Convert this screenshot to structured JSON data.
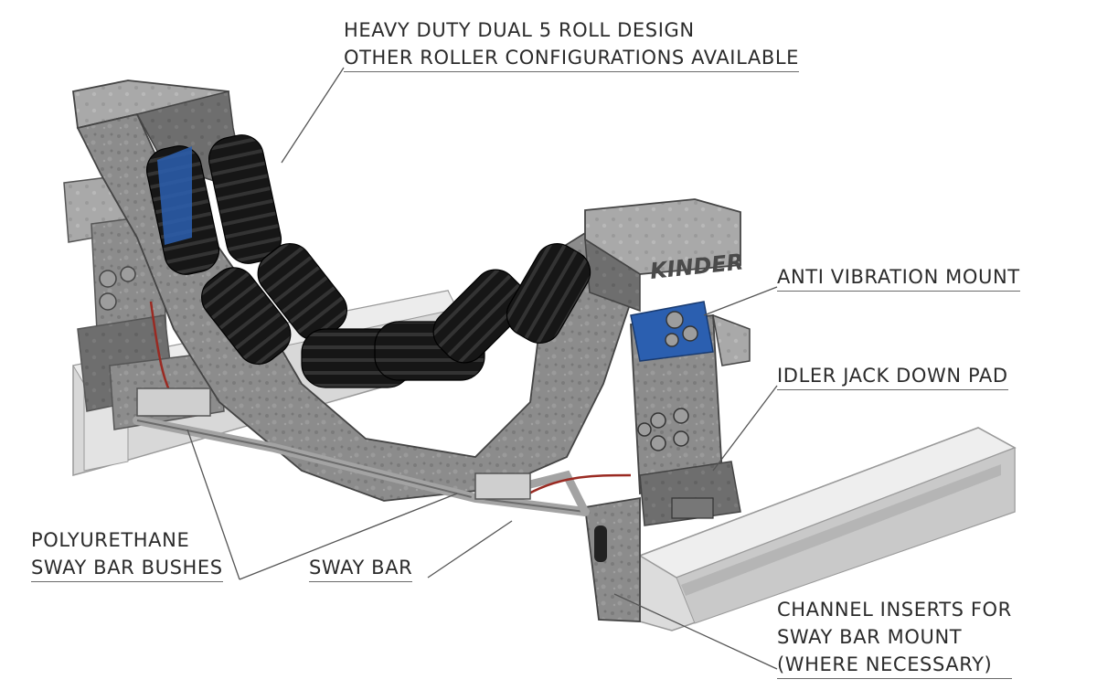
{
  "callouts": {
    "rolls": {
      "line1": "HEAVY DUTY DUAL 5 ROLL DESIGN",
      "line2": "OTHER ROLLER CONFIGURATIONS AVAILABLE"
    },
    "anti_vibration": {
      "line1": "ANTI VIBRATION MOUNT"
    },
    "jack_down": {
      "line1": "IDLER JACK DOWN PAD"
    },
    "bushes": {
      "line1": "POLYURETHANE",
      "line2": "SWAY BAR BUSHES"
    },
    "sway_bar": {
      "line1": "SWAY BAR"
    },
    "channel": {
      "line1": "CHANNEL INSERTS FOR",
      "line2": "SWAY BAR MOUNT",
      "line3": "(WHERE NECESSARY)"
    }
  },
  "brand": {
    "logo_text": "KINDER"
  },
  "colors": {
    "steel": "#8a8a8a",
    "steel_dark": "#5a5a5a",
    "steel_light": "#b3b3b3",
    "roller": "#1c1c1c",
    "mount_blue": "#2b5fb0",
    "sway_wire": "#9a2a22",
    "channel_grey": "#d8d8d8"
  }
}
